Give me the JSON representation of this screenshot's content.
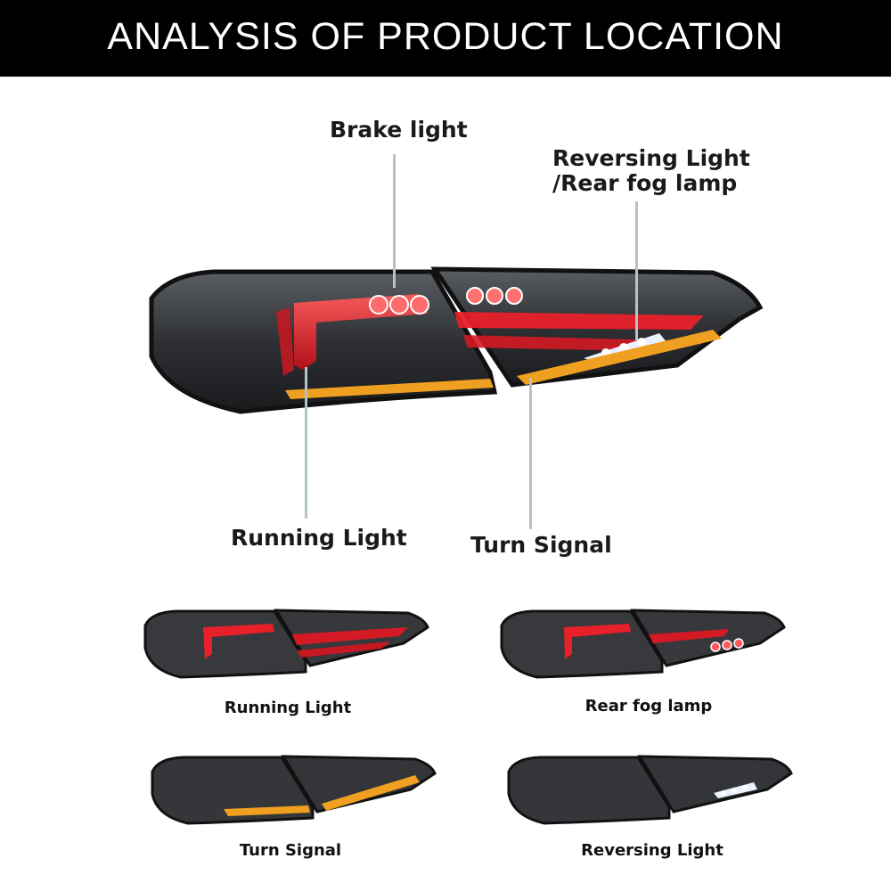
{
  "header": {
    "title": "ANALYSIS OF PRODUCT LOCATION"
  },
  "main": {
    "callouts": {
      "brake": "Brake light",
      "reversing_line1": "Reversing Light",
      "reversing_line2": "/Rear fog lamp",
      "running": "Running Light",
      "turn": "Turn Signal"
    }
  },
  "variants": [
    {
      "caption": "Running Light"
    },
    {
      "caption": "Rear fog lamp"
    },
    {
      "caption": "Turn Signal"
    },
    {
      "caption": "Reversing Light"
    }
  ],
  "colors": {
    "header_bg": "#000000",
    "callout_line": "#b3c3cc",
    "red_glow": "#e8202a",
    "amber": "#f0a020",
    "housing": "#2a2a2a"
  }
}
